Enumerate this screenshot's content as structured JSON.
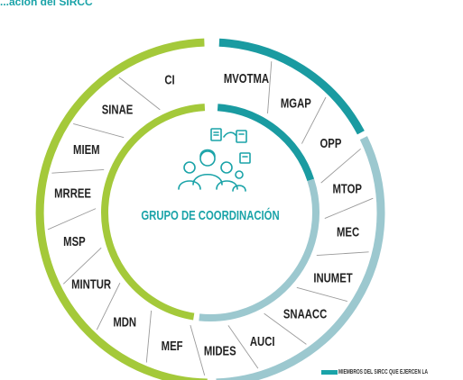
{
  "page_title": "...ación del SIRCC",
  "colors": {
    "green": "#a4c93a",
    "teal": "#1a9ba1",
    "light_blue": "#9cc8cf",
    "divider": "#9a9a9a",
    "icon": "#1aa3a8"
  },
  "center": {
    "label": "GRUPO DE COORDINACIÓN",
    "icon": "people-group-icon"
  },
  "members": [
    {
      "id": "mvotma",
      "label": "MVOTMA",
      "group": "teal"
    },
    {
      "id": "mgap",
      "label": "MGAP",
      "group": "teal"
    },
    {
      "id": "opp",
      "label": "OPP",
      "group": "teal"
    },
    {
      "id": "mtop",
      "label": "MTOP",
      "group": "light_blue"
    },
    {
      "id": "mec",
      "label": "MEC",
      "group": "light_blue"
    },
    {
      "id": "inumet",
      "label": "INUMET",
      "group": "light_blue"
    },
    {
      "id": "snaacc",
      "label": "SNAACC",
      "group": "light_blue"
    },
    {
      "id": "auci",
      "label": "AUCI",
      "group": "light_blue"
    },
    {
      "id": "mides",
      "label": "MIDES",
      "group": "light_blue"
    },
    {
      "id": "mef",
      "label": "MEF",
      "group": "green"
    },
    {
      "id": "mdn",
      "label": "MDN",
      "group": "green"
    },
    {
      "id": "mintur",
      "label": "MINTUR",
      "group": "green"
    },
    {
      "id": "msp",
      "label": "MSP",
      "group": "green"
    },
    {
      "id": "mree",
      "label": "MRREE",
      "group": "green"
    },
    {
      "id": "miem",
      "label": "MIEM",
      "group": "green"
    },
    {
      "id": "sinae",
      "label": "SINAE",
      "group": "green"
    },
    {
      "id": "ci",
      "label": "CI",
      "group": "green"
    }
  ],
  "legend": {
    "text": "MIEMBROS DEL SIRCC QUE EJERCEN LA"
  }
}
